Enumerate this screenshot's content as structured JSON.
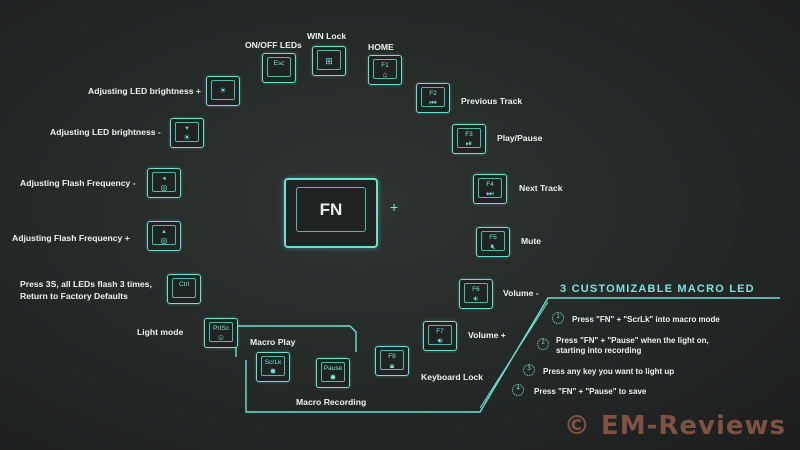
{
  "labels": {
    "onoff": "ON/OFF LEDs",
    "winlock": "WIN Lock",
    "home": "HOME",
    "led_up": "Adjusting LED brightness +",
    "led_down": "Adjusting LED brightness  -",
    "flash_down": "Adjusting Flash Frequency -",
    "flash_up": "Adjusting Flash Frequency +",
    "reset_line1": "Press 3S, all LEDs flash 3 times,",
    "reset_line2": "Return to Factory Defaults",
    "light_mode": "Light mode",
    "macro_play": "Macro Play",
    "macro_recording": "Macro Recording",
    "keyboard_lock": "Keyboard Lock",
    "prev_track": "Previous Track",
    "play_pause": "Play/Pause",
    "next_track": "Next Track",
    "mute": "Mute",
    "volume_down": "Volume -",
    "volume_up": "Volume +",
    "plus": "+"
  },
  "keys": {
    "esc": "Esc",
    "f1": "F1",
    "f2": "F2",
    "f3": "F3",
    "f4": "F4",
    "f5": "F5",
    "f6": "F6",
    "f7": "F7",
    "f8": "F8",
    "ctrl": "Ctrl",
    "prtsc": "PrtSc",
    "scrlk": "ScrLk",
    "pause": "Pause",
    "fn": "FN"
  },
  "macro": {
    "title": "3 CUSTOMIZABLE MACRO LED",
    "step1": "Press \"FN\" + \"ScrLk\" into macro mode",
    "step2_line1": "Press \"FN\" + \"Pause\" when the light  on,",
    "step2_line2": "starting into recording",
    "step3": "Press any key you want to light up",
    "step4": "Press \"FN\" + \"Pause\" to save"
  },
  "watermark": "© EM-Reviews",
  "colors": {
    "accent": "#6fe0d4",
    "background": "#262a29",
    "watermark": "#d2785f"
  },
  "icons": {
    "win": "windows-logo-icon",
    "home": "home-icon",
    "prev": "previous-track-icon",
    "play": "play-pause-icon",
    "next": "next-track-icon",
    "mute": "mute-icon",
    "vol_down": "volume-down-icon",
    "vol_up": "volume-up-icon",
    "lock": "lock-icon",
    "bright": "brightness-icon",
    "flash": "flash-frequency-icon",
    "light": "light-mode-icon"
  }
}
